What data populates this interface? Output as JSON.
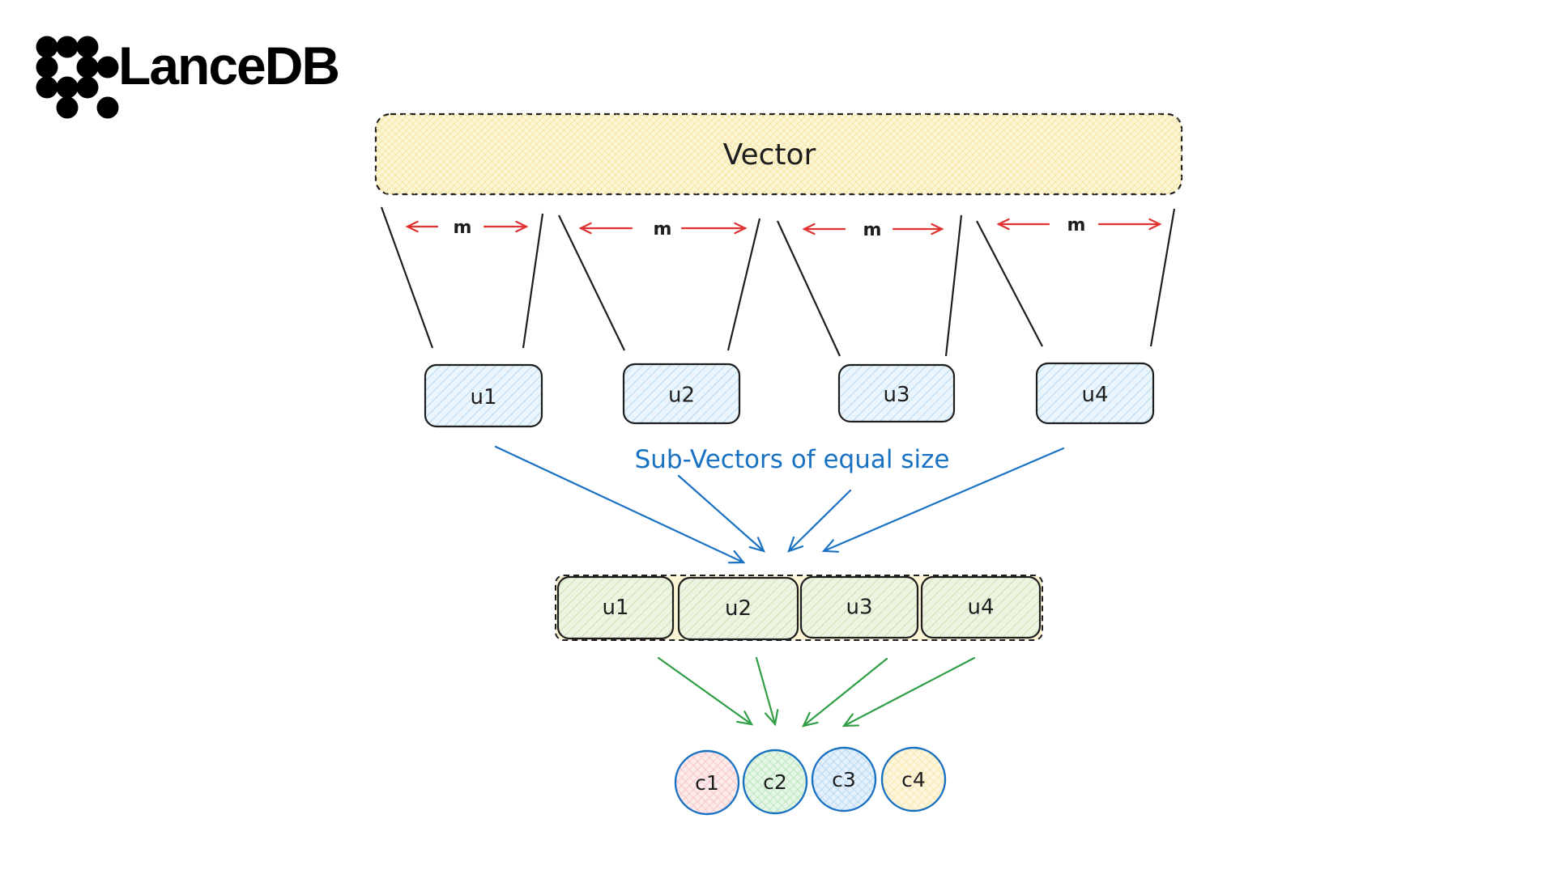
{
  "brand": {
    "name": "LanceDB",
    "logo_icon": "dot-grid-logo-icon",
    "logo_dots": [
      [
        0,
        0
      ],
      [
        1,
        0
      ],
      [
        2,
        0
      ],
      [
        0,
        1
      ],
      [
        2,
        1
      ],
      [
        3,
        1
      ],
      [
        0,
        2
      ],
      [
        1,
        2
      ],
      [
        2,
        2
      ],
      [
        1,
        3
      ],
      [
        3,
        3
      ]
    ]
  },
  "diagram": {
    "vector_label": "Vector",
    "segment_size_label": "m",
    "segment_count": 4,
    "subvectors": [
      "u1",
      "u2",
      "u3",
      "u4"
    ],
    "caption": "Sub-Vectors of equal size",
    "concatenated": [
      "u1",
      "u2",
      "u3",
      "u4"
    ],
    "centroids": [
      {
        "label": "c1",
        "fill": "#fbd7d7"
      },
      {
        "label": "c2",
        "fill": "#d3efd3"
      },
      {
        "label": "c3",
        "fill": "#d2e6f7"
      },
      {
        "label": "c4",
        "fill": "#fdf0c4"
      }
    ],
    "colors": {
      "vector_fill": "#fbf2c4",
      "subvector_fill": "#dceefa",
      "concat_fill": "#e4eed2",
      "measure_arrow": "#e03131",
      "caption_arrow": "#1971c2",
      "centroid_arrow": "#2f9e44",
      "stroke": "#1e1e1e",
      "circle_stroke": "#1971c2"
    }
  }
}
